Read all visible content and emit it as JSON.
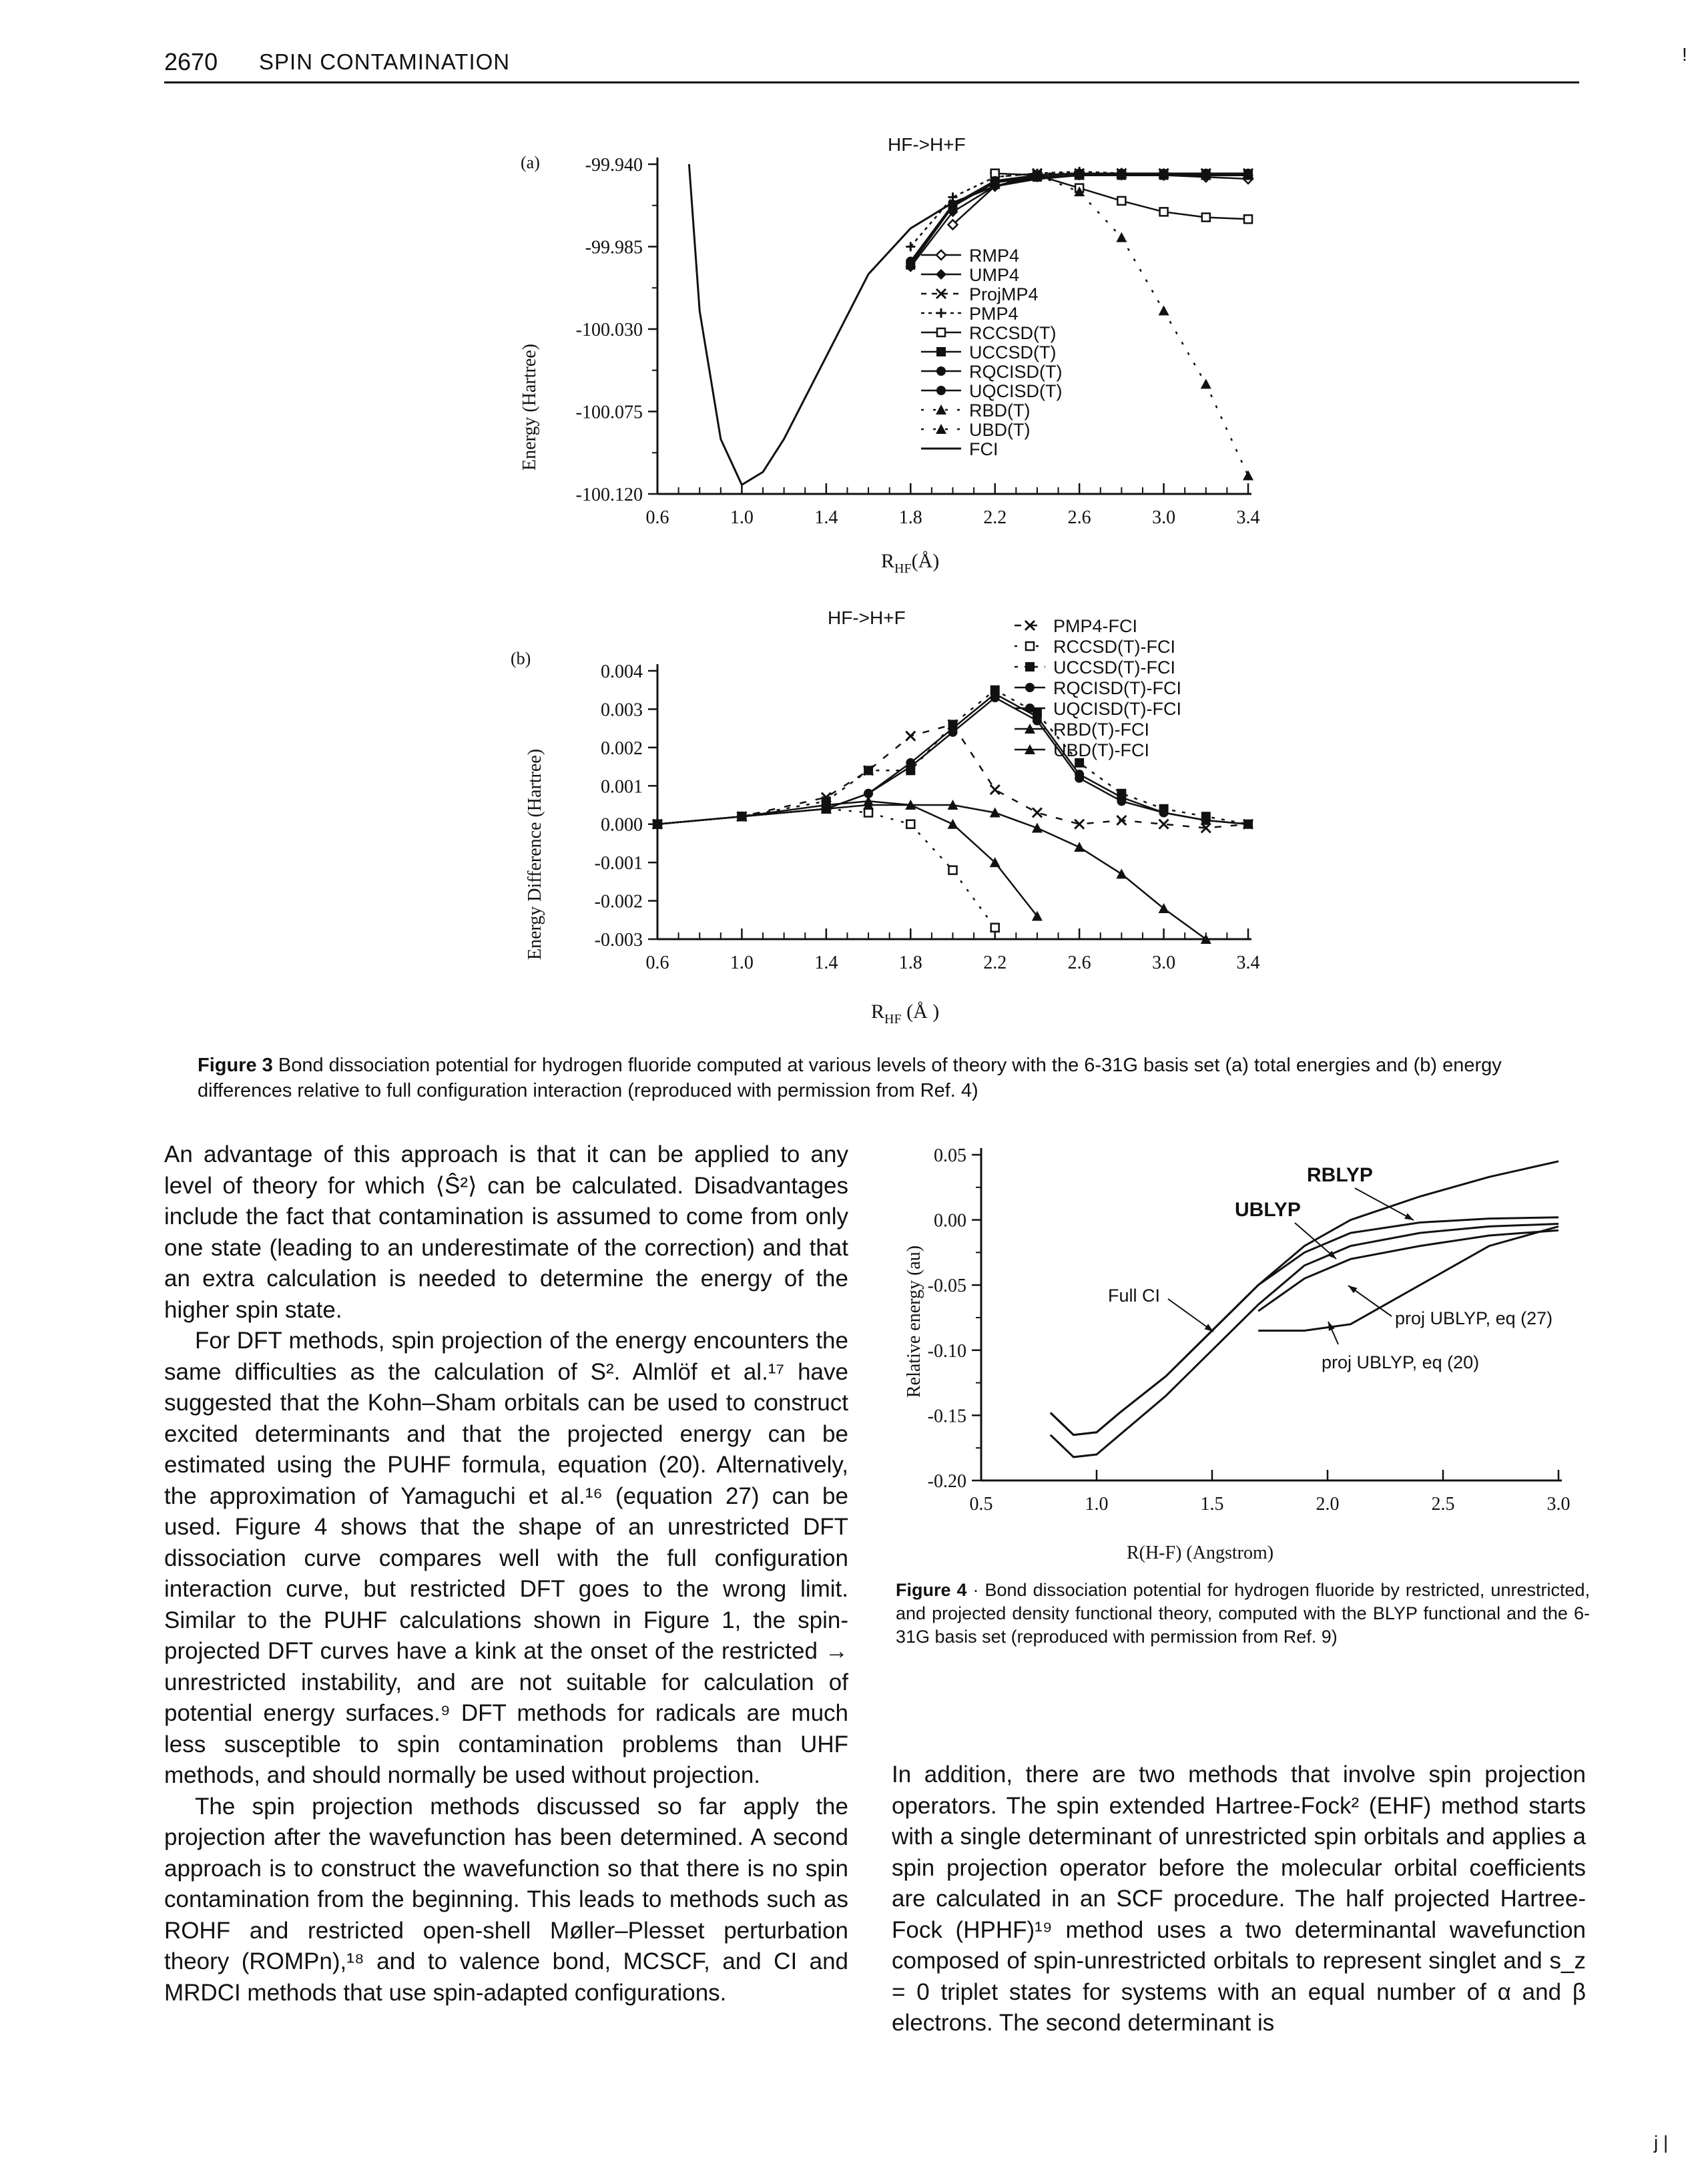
{
  "header": {
    "page_number": "2670",
    "section": "SPIN CONTAMINATION"
  },
  "edge_mark_top": "!",
  "edge_mark_bottom": "j |",
  "figure3": {
    "caption_label": "Figure 3",
    "caption_text": "Bond dissociation potential for hydrogen fluoride computed at various levels of theory with the 6-31G basis set (a) total energies and (b) energy differences relative to full configuration interaction (reproduced with permission from Ref. 4)",
    "panel_a": {
      "panel_label": "(a)",
      "title": "HF->H+F",
      "ylabel": "Energy (Hartree)",
      "xlabel_main": "R",
      "xlabel_sub": "HF",
      "xlabel_unit": "(Å)"
    },
    "panel_b": {
      "panel_label": "(b)",
      "title": "HF->H+F",
      "ylabel": "Energy Difference (Hartree)",
      "xlabel_main": "R",
      "xlabel_sub": "HF",
      "xlabel_unit": " (Å )"
    }
  },
  "figure4": {
    "caption_label": "Figure 4",
    "caption_text": " · Bond dissociation potential for hydrogen fluoride by restricted, unrestricted, and projected density functional theory, computed with the BLYP functional and the 6-31G basis set (reproduced with permission from Ref. 9)",
    "ylabel": "Relative energy (au)",
    "xlabel": "R(H-F) (Angstrom)"
  },
  "chart_data": [
    {
      "type": "line",
      "title": "HF->H+F",
      "xlabel": "R_HF(Å)",
      "ylabel": "Energy (Hartree)",
      "xlim": [
        0.6,
        3.4
      ],
      "ylim": [
        -100.12,
        -99.94
      ],
      "xticks": [
        "0.6",
        "1.0",
        "1.4",
        "1.8",
        "2.2",
        "2.6",
        "3.0",
        "3.4"
      ],
      "yticks": [
        "-99.940",
        "-99.985",
        "-100.030",
        "-100.075",
        "-100.120"
      ],
      "legend_placement": "center-right",
      "series": [
        {
          "name": "RMP4",
          "x": [
            2.0,
            2.2,
            2.4,
            2.6,
            2.8,
            3.0,
            3.2,
            3.4
          ],
          "values": [
            -99.973,
            -99.952,
            -99.946,
            -99.945,
            -99.945,
            -99.946,
            -99.947,
            -99.948
          ]
        },
        {
          "name": "UMP4",
          "x": [
            1.8,
            2.0,
            2.2,
            2.4,
            2.6,
            2.8,
            3.0,
            3.2,
            3.4
          ],
          "values": [
            -99.996,
            -99.966,
            -99.952,
            -99.947,
            -99.946,
            -99.946,
            -99.946,
            -99.946,
            -99.946
          ]
        },
        {
          "name": "ProjMP4",
          "x": [
            2.2,
            2.4,
            2.6,
            2.8,
            3.0,
            3.2,
            3.4
          ],
          "values": [
            -99.947,
            -99.945,
            -99.945,
            -99.945,
            -99.945,
            -99.945,
            -99.945
          ]
        },
        {
          "name": "PMP4",
          "x": [
            1.8,
            2.0,
            2.2,
            2.4,
            2.6,
            2.8,
            3.0,
            3.2,
            3.4
          ],
          "values": [
            -99.985,
            -99.958,
            -99.947,
            -99.945,
            -99.944,
            -99.945,
            -99.945,
            -99.945,
            -99.945
          ]
        },
        {
          "name": "RCCSD(T)",
          "x": [
            2.2,
            2.4,
            2.6,
            2.8,
            3.0,
            3.2,
            3.4
          ],
          "values": [
            -99.945,
            -99.946,
            -99.953,
            -99.96,
            -99.966,
            -99.969,
            -99.97
          ]
        },
        {
          "name": "UCCSD(T)",
          "x": [
            1.8,
            2.0,
            2.2,
            2.4,
            2.6,
            2.8,
            3.0,
            3.2,
            3.4
          ],
          "values": [
            -99.995,
            -99.963,
            -99.95,
            -99.947,
            -99.946,
            -99.946,
            -99.946,
            -99.946,
            -99.946
          ]
        },
        {
          "name": "RQCISD(T)",
          "x": [
            1.8,
            2.0,
            2.2,
            2.4,
            2.6,
            2.8,
            3.0,
            3.2,
            3.4
          ],
          "values": [
            -99.993,
            -99.962,
            -99.949,
            -99.946,
            -99.945,
            -99.945,
            -99.945,
            -99.945,
            -99.945
          ]
        },
        {
          "name": "UQCISD(T)",
          "x": [
            1.8,
            2.0,
            2.2,
            2.4,
            2.6,
            2.8,
            3.0,
            3.2,
            3.4
          ],
          "values": [
            -99.994,
            -99.963,
            -99.95,
            -99.946,
            -99.945,
            -99.945,
            -99.945,
            -99.945,
            -99.945
          ]
        },
        {
          "name": "RBD(T)",
          "x": [
            2.4,
            2.6,
            2.8,
            3.0,
            3.2,
            3.4
          ],
          "values": [
            -99.946,
            -99.955,
            -99.98,
            -100.02,
            -100.06,
            -100.11
          ]
        },
        {
          "name": "UBD(T)",
          "x": [
            2.2,
            2.4,
            2.6,
            2.8,
            3.0,
            3.2,
            3.4
          ],
          "values": [
            -99.951,
            -99.946,
            -99.946,
            -99.945,
            -99.945,
            -99.946,
            -99.946
          ]
        },
        {
          "name": "FCI",
          "x": [
            0.75,
            0.8,
            0.9,
            1.0,
            1.1,
            1.2,
            1.4,
            1.6,
            1.8,
            2.0,
            2.2,
            2.4,
            2.6,
            2.8,
            3.0,
            3.2,
            3.4
          ],
          "values": [
            -99.94,
            -100.02,
            -100.09,
            -100.115,
            -100.108,
            -100.09,
            -100.045,
            -100.0,
            -99.975,
            -99.961,
            -99.952,
            -99.948,
            -99.946,
            -99.946,
            -99.946,
            -99.946,
            -99.946
          ]
        }
      ]
    },
    {
      "type": "line",
      "title": "HF->H+F",
      "xlabel": "R_HF (Å )",
      "ylabel": "Energy Difference (Hartree)",
      "xlim": [
        0.6,
        3.4
      ],
      "ylim": [
        -0.003,
        0.004
      ],
      "xticks": [
        "0.6",
        "1.0",
        "1.4",
        "1.8",
        "2.2",
        "2.6",
        "3.0",
        "3.4"
      ],
      "yticks": [
        "0.004",
        "0.003",
        "0.002",
        "0.001",
        "0.000",
        "-0.001",
        "-0.002",
        "-0.003"
      ],
      "legend_placement": "top-right",
      "series": [
        {
          "name": "PMP4-FCI",
          "x": [
            0.6,
            1.0,
            1.4,
            1.6,
            1.8,
            2.0,
            2.2,
            2.4,
            2.6,
            2.8,
            3.0,
            3.2,
            3.4
          ],
          "values": [
            0.0,
            0.0002,
            0.0007,
            0.0014,
            0.0023,
            0.0026,
            0.0009,
            0.0003,
            0.0,
            0.0001,
            0.0,
            -0.0001,
            0.0
          ]
        },
        {
          "name": "RCCSD(T)-FCI",
          "x": [
            0.6,
            1.0,
            1.4,
            1.6,
            1.8,
            2.0,
            2.2
          ],
          "values": [
            0.0,
            0.0002,
            0.0004,
            0.0003,
            0.0,
            -0.0012,
            -0.0027
          ]
        },
        {
          "name": "UCCSD(T)-FCI",
          "x": [
            0.6,
            1.0,
            1.4,
            1.6,
            1.8,
            2.0,
            2.2,
            2.4,
            2.6,
            2.8,
            3.0,
            3.2,
            3.4
          ],
          "values": [
            0.0,
            0.0002,
            0.0006,
            0.0014,
            0.0014,
            0.0026,
            0.0035,
            0.0029,
            0.0016,
            0.0008,
            0.0004,
            0.0002,
            0.0
          ]
        },
        {
          "name": "RQCISD(T)-FCI",
          "x": [
            0.6,
            1.0,
            1.4,
            1.6,
            1.8,
            2.0,
            2.2,
            2.4,
            2.6,
            2.8,
            3.0,
            3.2,
            3.4
          ],
          "values": [
            0.0,
            0.0002,
            0.0004,
            0.0008,
            0.0016,
            0.0025,
            0.0034,
            0.0028,
            0.0013,
            0.0007,
            0.0003,
            0.0001,
            0.0
          ]
        },
        {
          "name": "UQCISD(T)-FCI",
          "x": [
            0.6,
            1.0,
            1.4,
            1.6,
            1.8,
            2.0,
            2.2,
            2.4,
            2.6,
            2.8,
            3.0,
            3.2,
            3.4
          ],
          "values": [
            0.0,
            0.0002,
            0.0004,
            0.0008,
            0.0015,
            0.0024,
            0.0033,
            0.0027,
            0.0012,
            0.0006,
            0.0003,
            0.0001,
            0.0
          ]
        },
        {
          "name": "RBD(T)-FCI",
          "x": [
            0.6,
            1.0,
            1.4,
            1.6,
            1.8,
            2.0,
            2.2,
            2.4,
            2.6,
            2.8,
            3.0,
            3.2
          ],
          "values": [
            0.0,
            0.0002,
            0.0004,
            0.0005,
            0.0005,
            0.0005,
            0.0003,
            -0.0001,
            -0.0006,
            -0.0013,
            -0.0022,
            -0.003
          ]
        },
        {
          "name": "UBD(T)-FCI",
          "x": [
            0.6,
            1.0,
            1.4,
            1.6,
            1.8,
            2.0,
            2.2,
            2.4
          ],
          "values": [
            0.0,
            0.0002,
            0.0005,
            0.0006,
            0.0005,
            0.0,
            -0.001,
            -0.0024
          ]
        }
      ]
    },
    {
      "type": "line",
      "xlabel": "R(H-F) (Angstrom)",
      "ylabel": "Relative energy (au)",
      "xlim": [
        0.5,
        3.0
      ],
      "ylim": [
        -0.2,
        0.05
      ],
      "xticks": [
        "0.5",
        "1.0",
        "1.5",
        "2.0",
        "2.5",
        "3.0"
      ],
      "yticks": [
        "0.05",
        "0.00",
        "-0.05",
        "-0.10",
        "-0.15",
        "-0.20"
      ],
      "legend_placement": "annotations on curves",
      "series": [
        {
          "name": "RBLYP",
          "x": [
            0.8,
            0.9,
            1.0,
            1.1,
            1.3,
            1.5,
            1.7,
            1.9,
            2.1,
            2.4,
            2.7,
            3.0
          ],
          "values": [
            -0.148,
            -0.165,
            -0.163,
            -0.148,
            -0.12,
            -0.085,
            -0.05,
            -0.02,
            0.0,
            0.018,
            0.033,
            0.045
          ]
        },
        {
          "name": "UBLYP",
          "x": [
            0.8,
            0.9,
            1.0,
            1.1,
            1.3,
            1.5,
            1.7,
            1.9,
            2.1,
            2.4,
            2.7,
            3.0
          ],
          "values": [
            -0.148,
            -0.165,
            -0.163,
            -0.148,
            -0.12,
            -0.085,
            -0.05,
            -0.025,
            -0.01,
            -0.002,
            0.001,
            0.002
          ]
        },
        {
          "name": "Full CI",
          "x": [
            0.8,
            0.9,
            1.0,
            1.1,
            1.3,
            1.5,
            1.7,
            1.9,
            2.1,
            2.4,
            2.7,
            3.0
          ],
          "values": [
            -0.165,
            -0.182,
            -0.18,
            -0.165,
            -0.135,
            -0.1,
            -0.065,
            -0.035,
            -0.02,
            -0.01,
            -0.005,
            -0.003
          ]
        },
        {
          "name": "proj UBLYP, eq (27)",
          "x": [
            1.7,
            1.9,
            2.1,
            2.4,
            2.7,
            3.0
          ],
          "values": [
            -0.085,
            -0.085,
            -0.08,
            -0.05,
            -0.02,
            -0.005
          ]
        },
        {
          "name": "proj UBLYP, eq (20)",
          "x": [
            1.7,
            1.9,
            2.1,
            2.4,
            2.7,
            3.0
          ],
          "values": [
            -0.07,
            -0.045,
            -0.03,
            -0.02,
            -0.012,
            -0.008
          ]
        }
      ],
      "annotations": [
        "RBLYP",
        "UBLYP",
        "Full CI",
        "proj UBLYP, eq (27)",
        "proj UBLYP, eq (20)"
      ]
    }
  ],
  "body": {
    "left_p1": "An advantage of this approach is that it can be applied to any level of theory for which ⟨Ŝ²⟩ can be calculated. Disadvantages include the fact that contamination is assumed to come from only one state (leading to an underestimate of the correction) and that an extra calculation is needed to determine the energy of the higher spin state.",
    "left_p2": "For DFT methods, spin projection of the energy encounters the same difficulties as the calculation of S². Almlöf et al.¹⁷ have suggested that the Kohn–Sham orbitals can be used to construct excited determinants and that the projected energy can be estimated using the PUHF formula, equation (20). Alternatively, the approximation of Yamaguchi et al.¹⁶ (equation 27) can be used. Figure 4 shows that the shape of an unrestricted DFT dissociation curve compares well with the full configuration interaction curve, but restricted DFT goes to the wrong limit. Similar to the PUHF calculations shown in Figure 1, the spin-projected DFT curves have a kink at the onset of the restricted → unrestricted instability, and are not suitable for calculation of potential energy surfaces.⁹ DFT methods for radicals are much less susceptible to spin contamination problems than UHF methods, and should normally be used without projection.",
    "left_p3": "The spin projection methods discussed so far apply the projection after the wavefunction has been determined. A second approach is to construct the wavefunction so that there is no spin contamination from the beginning. This leads to methods such as ROHF and restricted open-shell Møller–Plesset perturbation theory (ROMPn),¹⁸ and to valence bond, MCSCF, and CI and MRDCI methods that use spin-adapted configurations.",
    "right_p1": "In addition, there are two methods that involve spin projection operators. The spin extended Hartree-Fock² (EHF) method starts with a single determinant of unrestricted spin orbitals and applies a spin projection operator before the molecular orbital coefficients are calculated in an SCF procedure. The half projected Hartree-Fock (HPHF)¹⁹ method uses a two determinantal wavefunction composed of spin-unrestricted orbitals to represent singlet and s_z = 0 triplet states for systems with an equal number of α and β electrons. The second determinant is"
  }
}
